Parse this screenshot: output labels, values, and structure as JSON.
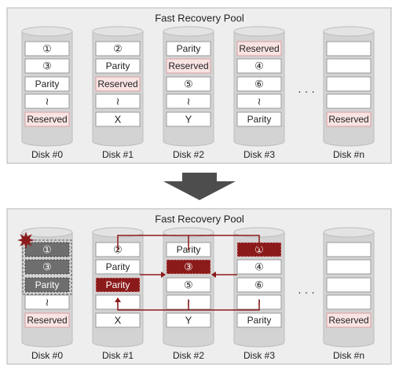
{
  "top": {
    "title": "Fast Recovery Pool",
    "disks": [
      {
        "label": "Disk #0",
        "blocks": [
          {
            "text": "①",
            "style": "normal"
          },
          {
            "text": "③",
            "style": "normal"
          },
          {
            "text": "Parity",
            "style": "normal"
          },
          {
            "text": "≀",
            "style": "normal"
          },
          {
            "text": "Reserved",
            "style": "reserved"
          }
        ]
      },
      {
        "label": "Disk #1",
        "blocks": [
          {
            "text": "②",
            "style": "normal"
          },
          {
            "text": "Parity",
            "style": "normal"
          },
          {
            "text": "Reserved",
            "style": "reserved"
          },
          {
            "text": "≀",
            "style": "normal"
          },
          {
            "text": "X",
            "style": "normal"
          }
        ]
      },
      {
        "label": "Disk #2",
        "blocks": [
          {
            "text": "Parity",
            "style": "normal"
          },
          {
            "text": "Reserved",
            "style": "reserved"
          },
          {
            "text": "⑤",
            "style": "normal"
          },
          {
            "text": "≀",
            "style": "normal"
          },
          {
            "text": "Y",
            "style": "normal"
          }
        ]
      },
      {
        "label": "Disk #3",
        "blocks": [
          {
            "text": "Reserved",
            "style": "reserved"
          },
          {
            "text": "④",
            "style": "normal"
          },
          {
            "text": "⑥",
            "style": "normal"
          },
          {
            "text": "≀",
            "style": "normal"
          },
          {
            "text": "Parity",
            "style": "normal"
          }
        ]
      },
      {
        "label": "Disk #n",
        "blocks": [
          {
            "text": "",
            "style": "normal"
          },
          {
            "text": "",
            "style": "normal"
          },
          {
            "text": "",
            "style": "normal"
          },
          {
            "text": "",
            "style": "normal"
          },
          {
            "text": "Reserved",
            "style": "reserved"
          }
        ]
      }
    ],
    "ellipsis": "· · ·"
  },
  "bottom": {
    "title": "Fast Recovery Pool",
    "disks": [
      {
        "label": "Disk #0",
        "failed": true,
        "blocks": [
          {
            "text": "①",
            "style": "failed"
          },
          {
            "text": "③",
            "style": "failed"
          },
          {
            "text": "Parity",
            "style": "failed"
          },
          {
            "text": "≀",
            "style": "normal"
          },
          {
            "text": "Reserved",
            "style": "reserved"
          }
        ]
      },
      {
        "label": "Disk #1",
        "blocks": [
          {
            "text": "②",
            "style": "normal"
          },
          {
            "text": "Parity",
            "style": "normal"
          },
          {
            "text": "Parity",
            "style": "rebuilt"
          },
          {
            "text": "≀",
            "style": "normal"
          },
          {
            "text": "X",
            "style": "normal"
          }
        ]
      },
      {
        "label": "Disk #2",
        "blocks": [
          {
            "text": "Parity",
            "style": "normal"
          },
          {
            "text": "③",
            "style": "rebuilt"
          },
          {
            "text": "⑤",
            "style": "normal"
          },
          {
            "text": "≀",
            "style": "normal"
          },
          {
            "text": "Y",
            "style": "normal"
          }
        ]
      },
      {
        "label": "Disk #3",
        "blocks": [
          {
            "text": "①",
            "style": "rebuilt"
          },
          {
            "text": "④",
            "style": "normal"
          },
          {
            "text": "⑥",
            "style": "normal"
          },
          {
            "text": "≀",
            "style": "normal"
          },
          {
            "text": "Parity",
            "style": "normal"
          }
        ]
      },
      {
        "label": "Disk #n",
        "blocks": [
          {
            "text": "",
            "style": "normal"
          },
          {
            "text": "",
            "style": "normal"
          },
          {
            "text": "",
            "style": "normal"
          },
          {
            "text": "",
            "style": "normal"
          },
          {
            "text": "Reserved",
            "style": "reserved"
          }
        ]
      }
    ],
    "ellipsis": "· · ·"
  },
  "colors": {
    "pool_bg": "#eeeeee",
    "pool_border": "#b4b4b4",
    "cylinder": "#d3d3d3",
    "cylinder_top": "#e3e3e3",
    "block_border": "#9a9a9a",
    "reserved_bg": "#f9e3e3",
    "reserved_border": "#d9a0a0",
    "failed_bg": "#6e6e6e",
    "rebuilt_bg": "#8b1a1a",
    "arrow": "#8b1a1a",
    "down_arrow": "#4d4d4d"
  },
  "icons": {
    "failure": "burst-icon",
    "transition": "down-arrow-icon"
  }
}
